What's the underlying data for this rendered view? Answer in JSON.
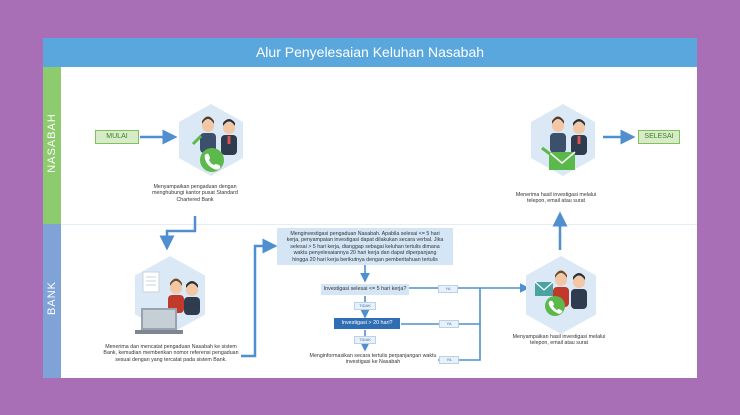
{
  "title": "Alur Penyelesaian Keluhan Nasabah",
  "lanes": {
    "top": "NASABAH",
    "bottom": "BANK"
  },
  "start_label": "MULAI",
  "end_label": "SELESAI",
  "step_contact": "Menyampaikan pengaduan dengan menghubungi kantor pusat Standard Chartered Bank",
  "step_receive": "Menerima hasil investigasi melalui telepon, email atau surat",
  "step_record": "Menerima dan mencatat pengaduan Nasabah ke sistem Bank, kemudian memberikan nomor referensi pengaduan sesuai dengan yang tercatat pada sistem Bank.",
  "step_investigate": "Menginvestigasi pengaduan Nasabah. Apabila selesai <= 5 hari kerja, penyampaian investigasi dapat dilakukan secara verbal. Jika selesai > 5 hari kerja, dianggap sebagai keluhan tertulis dimana waktu penyelesaiannya 20 hari kerja dan dapat diperpanjang hingga 20 hari kerja berikutnya dengan pemberitahuan tertulis",
  "decision_1": "Investigasi selesai <= 5 hari kerja?",
  "decision_2": "Investigasi > 20 hari?",
  "step_inform": "Menginformasikan secara tertulis perpanjangan waktu investigasi ke Nasabah",
  "step_deliver": "Menyampaikan hasil investigasi melalui telepon, email atau surat",
  "tag_yes": "YA",
  "tag_no": "TIDAK",
  "colors": {
    "header": "#5aa7de",
    "lane_nasabah": "#8dcb6f",
    "lane_bank": "#7fa3d6",
    "arrow": "#4f8fd0",
    "background": "#a96fb6"
  },
  "icons": [
    "phone-icon",
    "envelope-icon",
    "document-icon",
    "laptop-icon",
    "person-icon",
    "email-icon"
  ]
}
